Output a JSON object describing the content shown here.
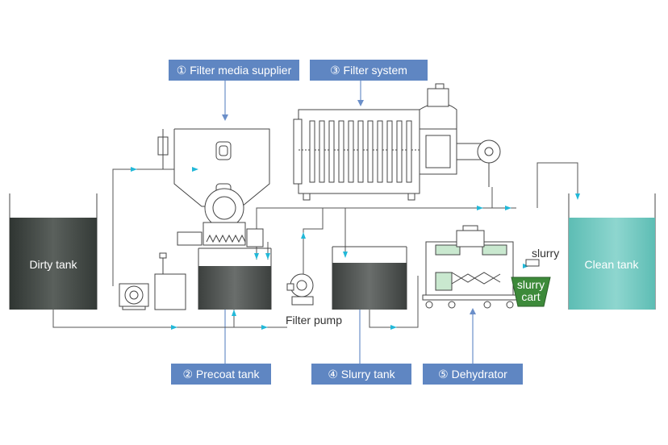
{
  "labels": {
    "filter_media_supplier": "① Filter media supplier",
    "filter_system": "③ Filter system",
    "precoat_tank": "② Precoat tank",
    "slurry_tank": "④ Slurry tank",
    "dehydrator": "⑤ Dehydrator"
  },
  "tanks": {
    "dirty": "Dirty tank",
    "clean": "Clean tank"
  },
  "equipment": {
    "filter_pump": "Filter pump",
    "slurry": "slurry",
    "slurry_cart_line1": "slurry",
    "slurry_cart_line2": "cart"
  },
  "colors": {
    "label_box": "#5f86c2",
    "flow_arrow": "#22b8d8",
    "dirty_tank": "#3a3f3c",
    "clean_tank": "#6ac5bd",
    "slurry_cart": "#3d8a3a",
    "dehydrator_accent": "#c9e8cf"
  }
}
